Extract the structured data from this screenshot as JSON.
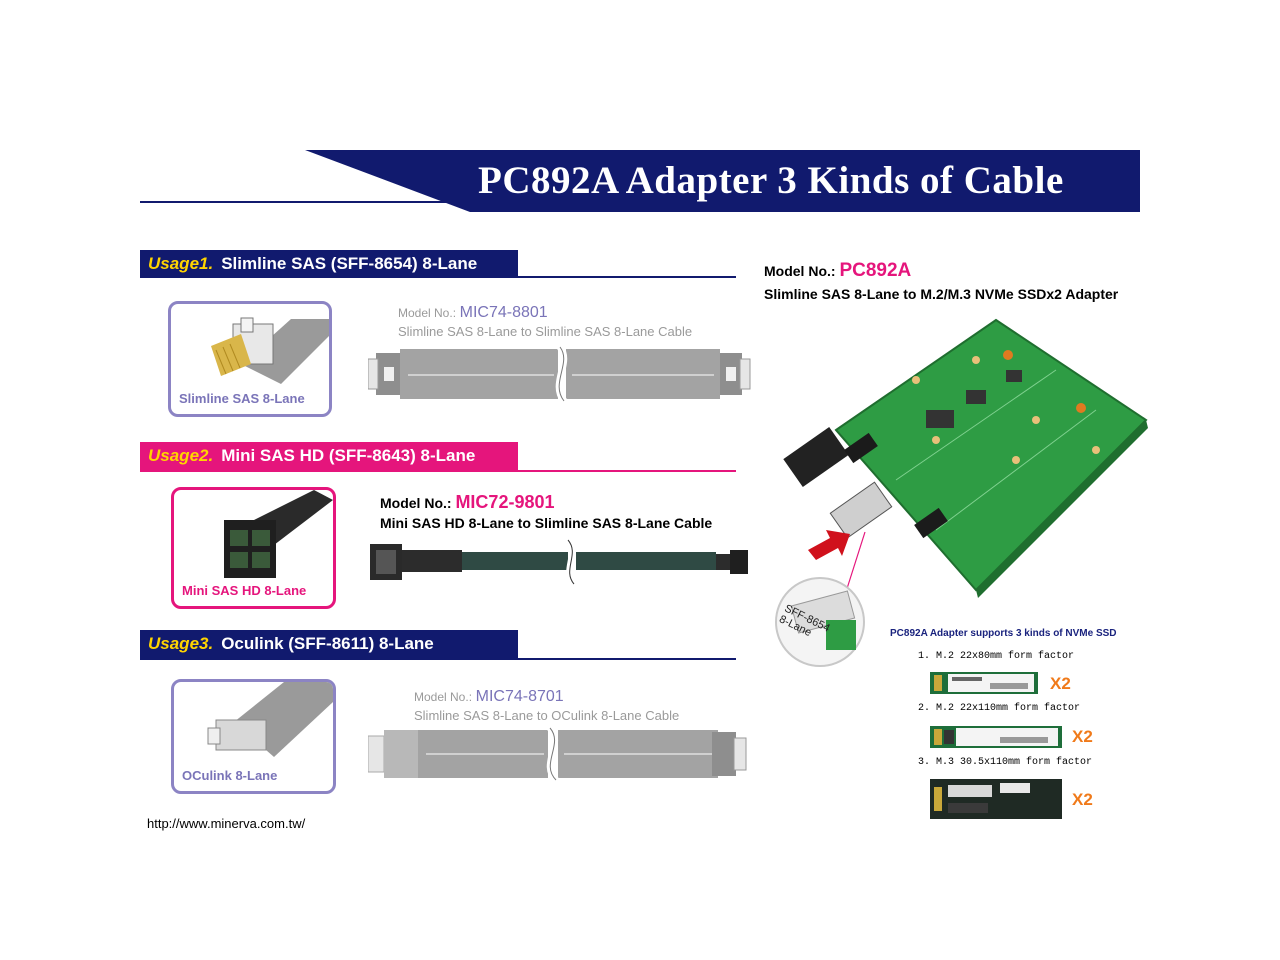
{
  "banner": {
    "title": "PC892A Adapter 3 Kinds of Cable",
    "color": "#111a6e"
  },
  "usages": [
    {
      "num": "Usage1.",
      "title": "Slimline SAS (SFF-8654) 8-Lane",
      "connector_label": "Slimline SAS 8-Lane",
      "model_prefix": "Model No.:",
      "model_no": "MIC74-8801",
      "cable_desc": "Slimline SAS 8-Lane to Slimline SAS 8-Lane  Cable",
      "bar_color": "#111a6e",
      "box_color": "#8c84c4"
    },
    {
      "num": "Usage2.",
      "title": "Mini SAS HD (SFF-8643) 8-Lane",
      "connector_label": "Mini SAS HD 8-Lane",
      "model_prefix": "Model No.:",
      "model_no": "MIC72-9801",
      "cable_desc": "Mini SAS HD 8-Lane to Slimline SAS 8-Lane Cable",
      "bar_color": "#e5157c",
      "box_color": "#e5157c"
    },
    {
      "num": "Usage3.",
      "title": "Oculink (SFF-8611) 8-Lane",
      "connector_label": "OCulink 8-Lane",
      "model_prefix": "Model No.:",
      "model_no": "MIC74-8701",
      "cable_desc": "Slimline SAS 8-Lane to OCulink 8-Lane  Cable",
      "bar_color": "#111a6e",
      "box_color": "#8c84c4"
    }
  ],
  "adapter": {
    "model_prefix": "Model No.:",
    "model_no": "PC892A",
    "desc": "Slimline SAS 8-Lane to M.2/M.3 NVMe SSDx2 Adapter",
    "sff_label_line1": "SFF-8654",
    "sff_label_line2": "8-Lane",
    "pcb_color": "#2e9c44"
  },
  "ssd": {
    "heading": "PC892A Adapter supports 3 kinds of NVMe SSD",
    "items": [
      {
        "label": "1. M.2 22x80mm form factor",
        "qty": "X2"
      },
      {
        "label": "2. M.2 22x110mm form factor",
        "qty": "X2"
      },
      {
        "label": "3. M.3 30.5x110mm form factor",
        "qty": "X2"
      }
    ]
  },
  "footer": {
    "url": "http://www.minerva.com.tw/"
  }
}
